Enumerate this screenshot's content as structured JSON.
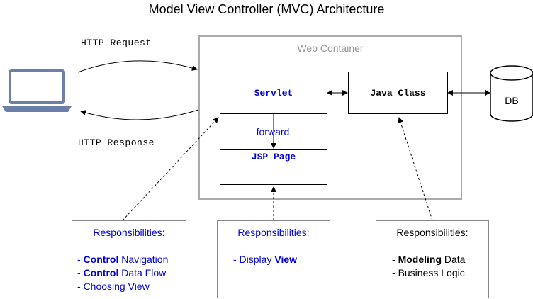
{
  "title": "Model View Controller (MVC) Architecture",
  "labels": {
    "http_request": "HTTP Request",
    "http_response": "HTTP Response",
    "web_container": "Web Container",
    "forward": "forward",
    "db": "DB"
  },
  "components": {
    "servlet": "Servlet",
    "java_class": "Java Class",
    "jsp_page": "JSP Page"
  },
  "responsibilities": {
    "controller": {
      "heading": "Responsibilities:",
      "items": [
        {
          "prefix": "- ",
          "bold": "Control",
          "rest": " Navigation"
        },
        {
          "prefix": "- ",
          "bold": "Control",
          "rest": " Data Flow"
        },
        {
          "prefix": "- ",
          "bold": "",
          "rest": "Choosing View"
        }
      ]
    },
    "view": {
      "heading": "Responsibilities:",
      "items": [
        {
          "prefix": "- Display ",
          "bold": "View",
          "rest": ""
        }
      ]
    },
    "model": {
      "heading": "Responsibilities:",
      "items": [
        {
          "prefix": "- ",
          "bold": "Modeling",
          "rest": " Data"
        },
        {
          "prefix": "- ",
          "bold": "",
          "rest": "Business Logic"
        }
      ]
    }
  },
  "colors": {
    "blue_text": "#0000dd",
    "container_border": "#aaaaaa",
    "container_label": "#999999",
    "laptop": "#6c7fa8"
  },
  "icons": {
    "client": "laptop-icon",
    "database": "database-cylinder-icon"
  }
}
